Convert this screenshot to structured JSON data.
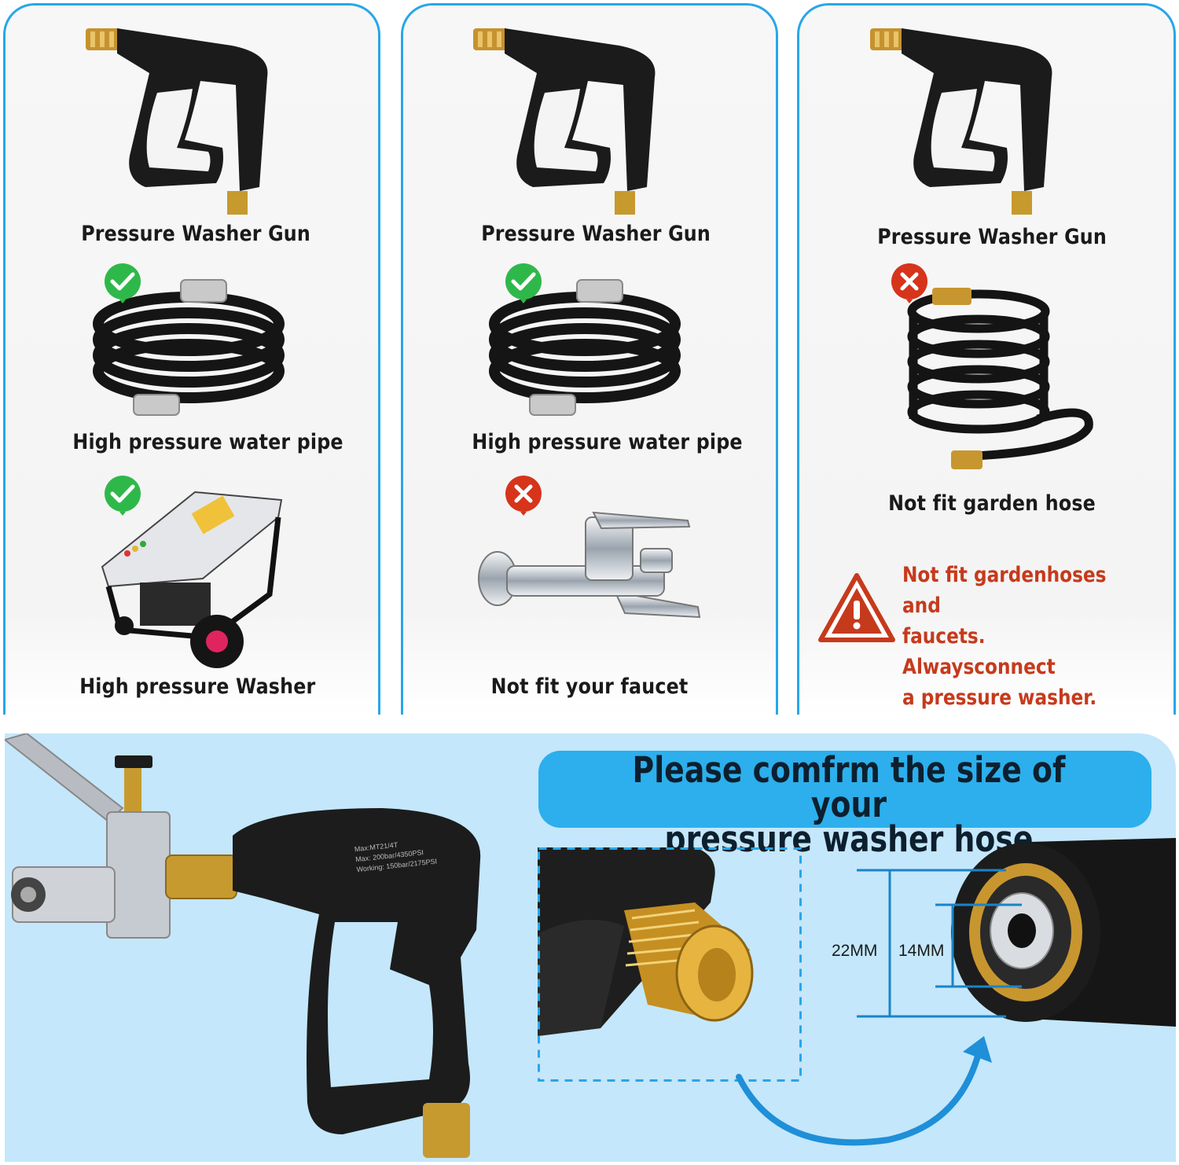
{
  "columns": [
    {
      "gun_label": "Pressure Washer Gun",
      "hose_label": "High pressure water pipe",
      "hose_status": "check",
      "bottom_label": "High pressure Washer",
      "bottom_status": "check"
    },
    {
      "gun_label": "Pressure Washer Gun",
      "hose_label": "High pressure water pipe",
      "hose_status": "check",
      "bottom_label": "Not fit your faucet",
      "bottom_status": "cross"
    },
    {
      "gun_label": "Pressure Washer Gun",
      "hose_label": "Not fit garden hose",
      "hose_status": "cross"
    }
  ],
  "warning": {
    "lines": [
      "Not fit gardenhoses and",
      "faucets. Alwaysconnect",
      "a pressure washer."
    ],
    "icon": "warning-triangle-icon"
  },
  "size_panel": {
    "title_line1": "Please comfrm the size of your",
    "title_line2": "pressure washer hose",
    "outer_diameter": "22MM",
    "inner_diameter": "14MM",
    "gun_body_text": [
      "Max:MT21/4T",
      "Max: 200bar/4350PSI",
      "Working: 150bar/2175PSI"
    ]
  },
  "colors": {
    "panel_border": "#29a6e8",
    "check_green": "#2fb84a",
    "cross_red": "#d6341b",
    "warning_red": "#c63a1c",
    "bottom_bg": "#c4e7fb",
    "title_pill": "#2cafec"
  }
}
